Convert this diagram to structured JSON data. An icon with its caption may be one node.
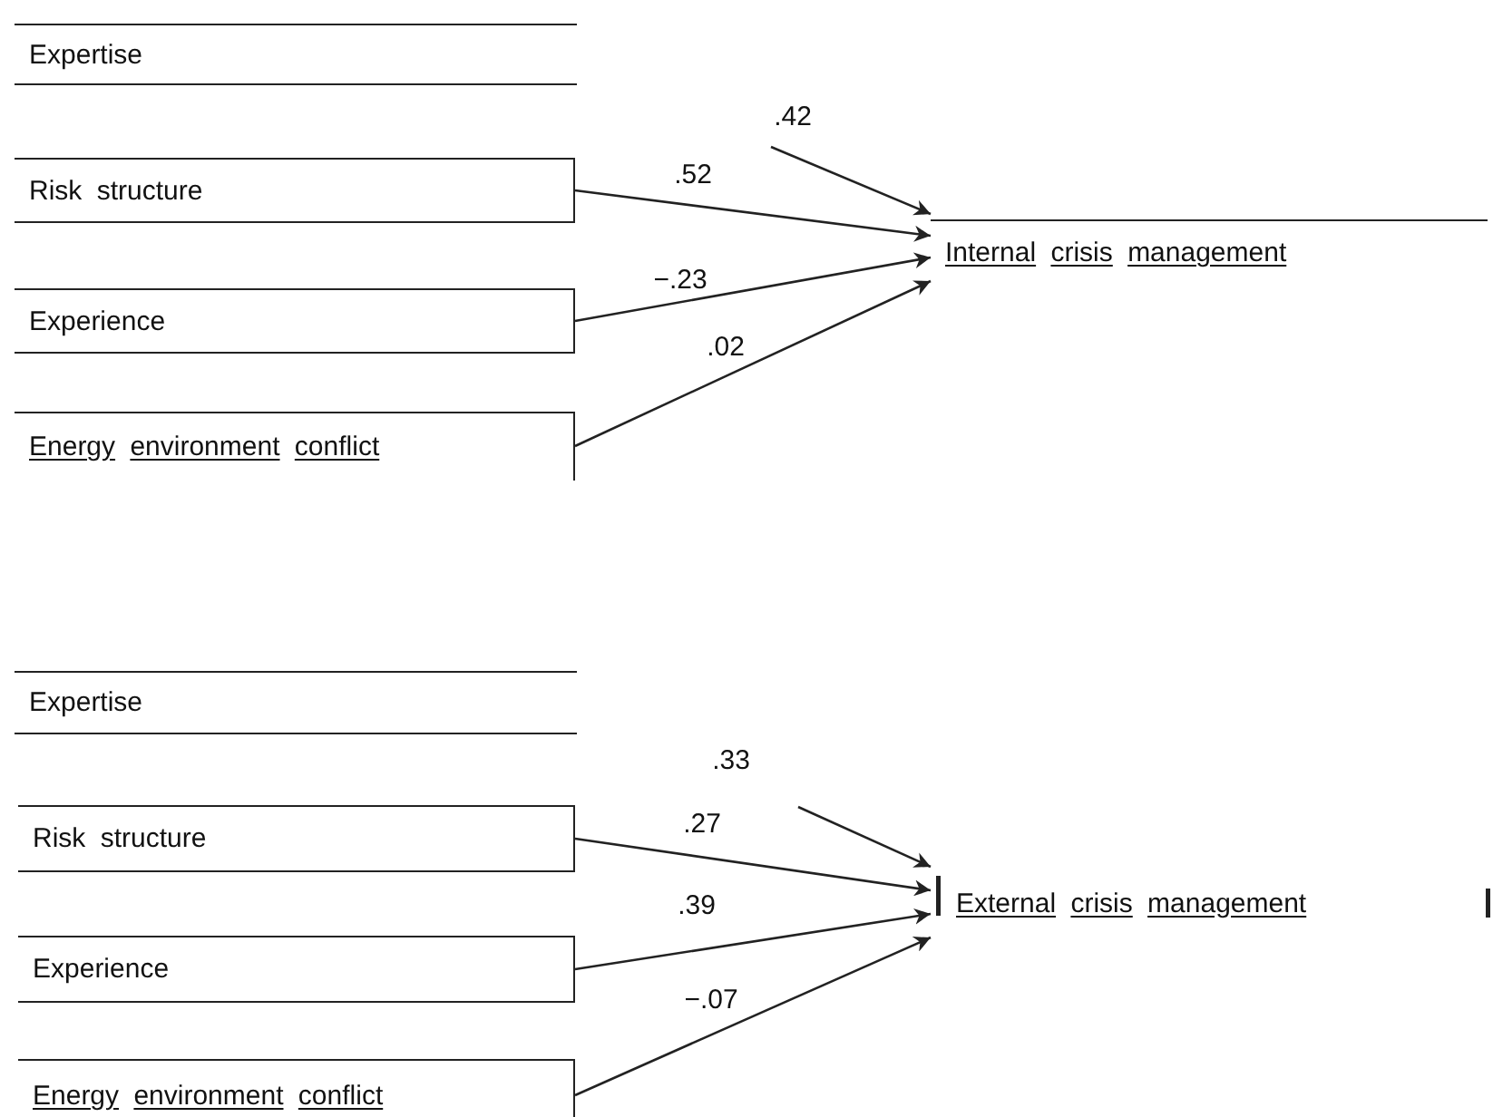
{
  "diagram": {
    "nodes": [
      {
        "text": [
          "Expertise"
        ]
      },
      {
        "text": [
          "Risk structure"
        ]
      },
      {
        "text": [
          "Experience"
        ]
      },
      {
        "text": [
          "Energy environment conflict"
        ]
      },
      {
        "text": [
          "Internal crisis management"
        ]
      },
      {
        "text": [
          "Expertise"
        ]
      },
      {
        "text": [
          "Risk structure"
        ]
      },
      {
        "text": [
          "Experience"
        ]
      },
      {
        "text": [
          "Energy environment conflict"
        ]
      },
      {
        "text": [
          "External crisis management"
        ]
      }
    ],
    "edges": [
      {
        "from": null,
        "to": 4,
        "arrow": "to",
        "label": ".42"
      },
      {
        "from": 1,
        "to": 4,
        "arrow": "to",
        "label": ".52"
      },
      {
        "from": 2,
        "to": 4,
        "arrow": "to",
        "label": "−.23"
      },
      {
        "from": 3,
        "to": 4,
        "arrow": "to",
        "label": ".02"
      },
      {
        "from": null,
        "to": 9,
        "arrow": "to",
        "label": ".33"
      },
      {
        "from": 6,
        "to": 9,
        "arrow": "to",
        "label": ".27"
      },
      {
        "from": 7,
        "to": 9,
        "arrow": "to",
        "label": ".39"
      },
      {
        "from": 8,
        "to": 9,
        "arrow": "to",
        "label": "−.07"
      }
    ]
  }
}
